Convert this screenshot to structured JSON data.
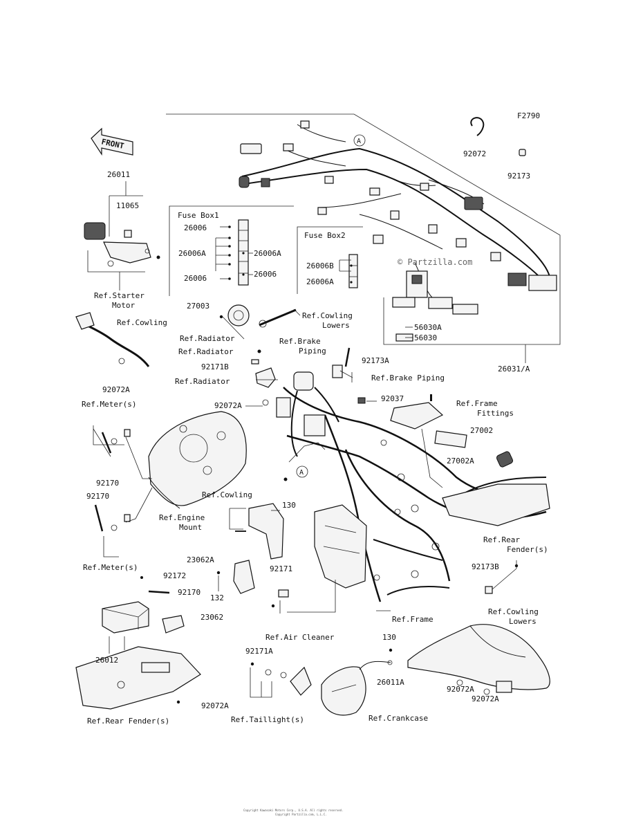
{
  "diagram": {
    "figure_code": "F2790",
    "front_arrow_label": "FRONT",
    "watermark": "© Partzilla.com",
    "footer_line1": "Copyright Kawasaki Motors Corp., U.S.A. All rights reserved.",
    "footer_line2": "Copyright Partzilla.com, L.L.C.",
    "callout_A": "A",
    "fuse_box1": {
      "title": "Fuse Box1",
      "left_labels": [
        "26006",
        "26006A",
        "26006"
      ],
      "right_labels": [
        "26006A",
        "26006"
      ]
    },
    "fuse_box2": {
      "title": "Fuse Box2",
      "labels": [
        "26006B",
        "26006A"
      ]
    },
    "part_labels": [
      "26011",
      "11065",
      "92072",
      "92173",
      "27003",
      "92173A",
      "92171B",
      "92037",
      "27002",
      "27002A",
      "92072A",
      "92170",
      "92170",
      "130",
      "23062A",
      "92171",
      "92172",
      "92170",
      "23062",
      "26012",
      "92072A",
      "92171A",
      "130",
      "26011A",
      "92173B",
      "92072A",
      "92072A",
      "132",
      "56030A",
      "56030",
      "26031/A"
    ],
    "reference_labels": {
      "starter_motor": [
        "Ref.Starter",
        "Motor"
      ],
      "cowling_1": "Ref.Cowling",
      "cowling_lowers_1": [
        "Ref.Cowling",
        "Lowers"
      ],
      "radiator_1": "Ref.Radiator",
      "radiator_2": "Ref.Radiator",
      "radiator_3": "Ref.Radiator",
      "brake_piping_1": [
        "Ref.Brake",
        "Piping"
      ],
      "brake_piping_2": "Ref.Brake Piping",
      "frame_fittings": [
        "Ref.Frame",
        "Fittings"
      ],
      "meters_1": "Ref.Meter(s)",
      "meters_2": "Ref.Meter(s)",
      "cowling_2": "Ref.Cowling",
      "engine_mount": [
        "Ref.Engine",
        "Mount"
      ],
      "rear_fender_1": [
        "Ref.Rear",
        "Fender(s)"
      ],
      "frame": "Ref.Frame",
      "cowling_lowers_2": [
        "Ref.Cowling",
        "Lowers"
      ],
      "air_cleaner": "Ref.Air Cleaner",
      "rear_fenders_2": "Ref.Rear Fender(s)",
      "taillights": "Ref.Taillight(s)",
      "crankcase": "Ref.Crankcase"
    }
  }
}
